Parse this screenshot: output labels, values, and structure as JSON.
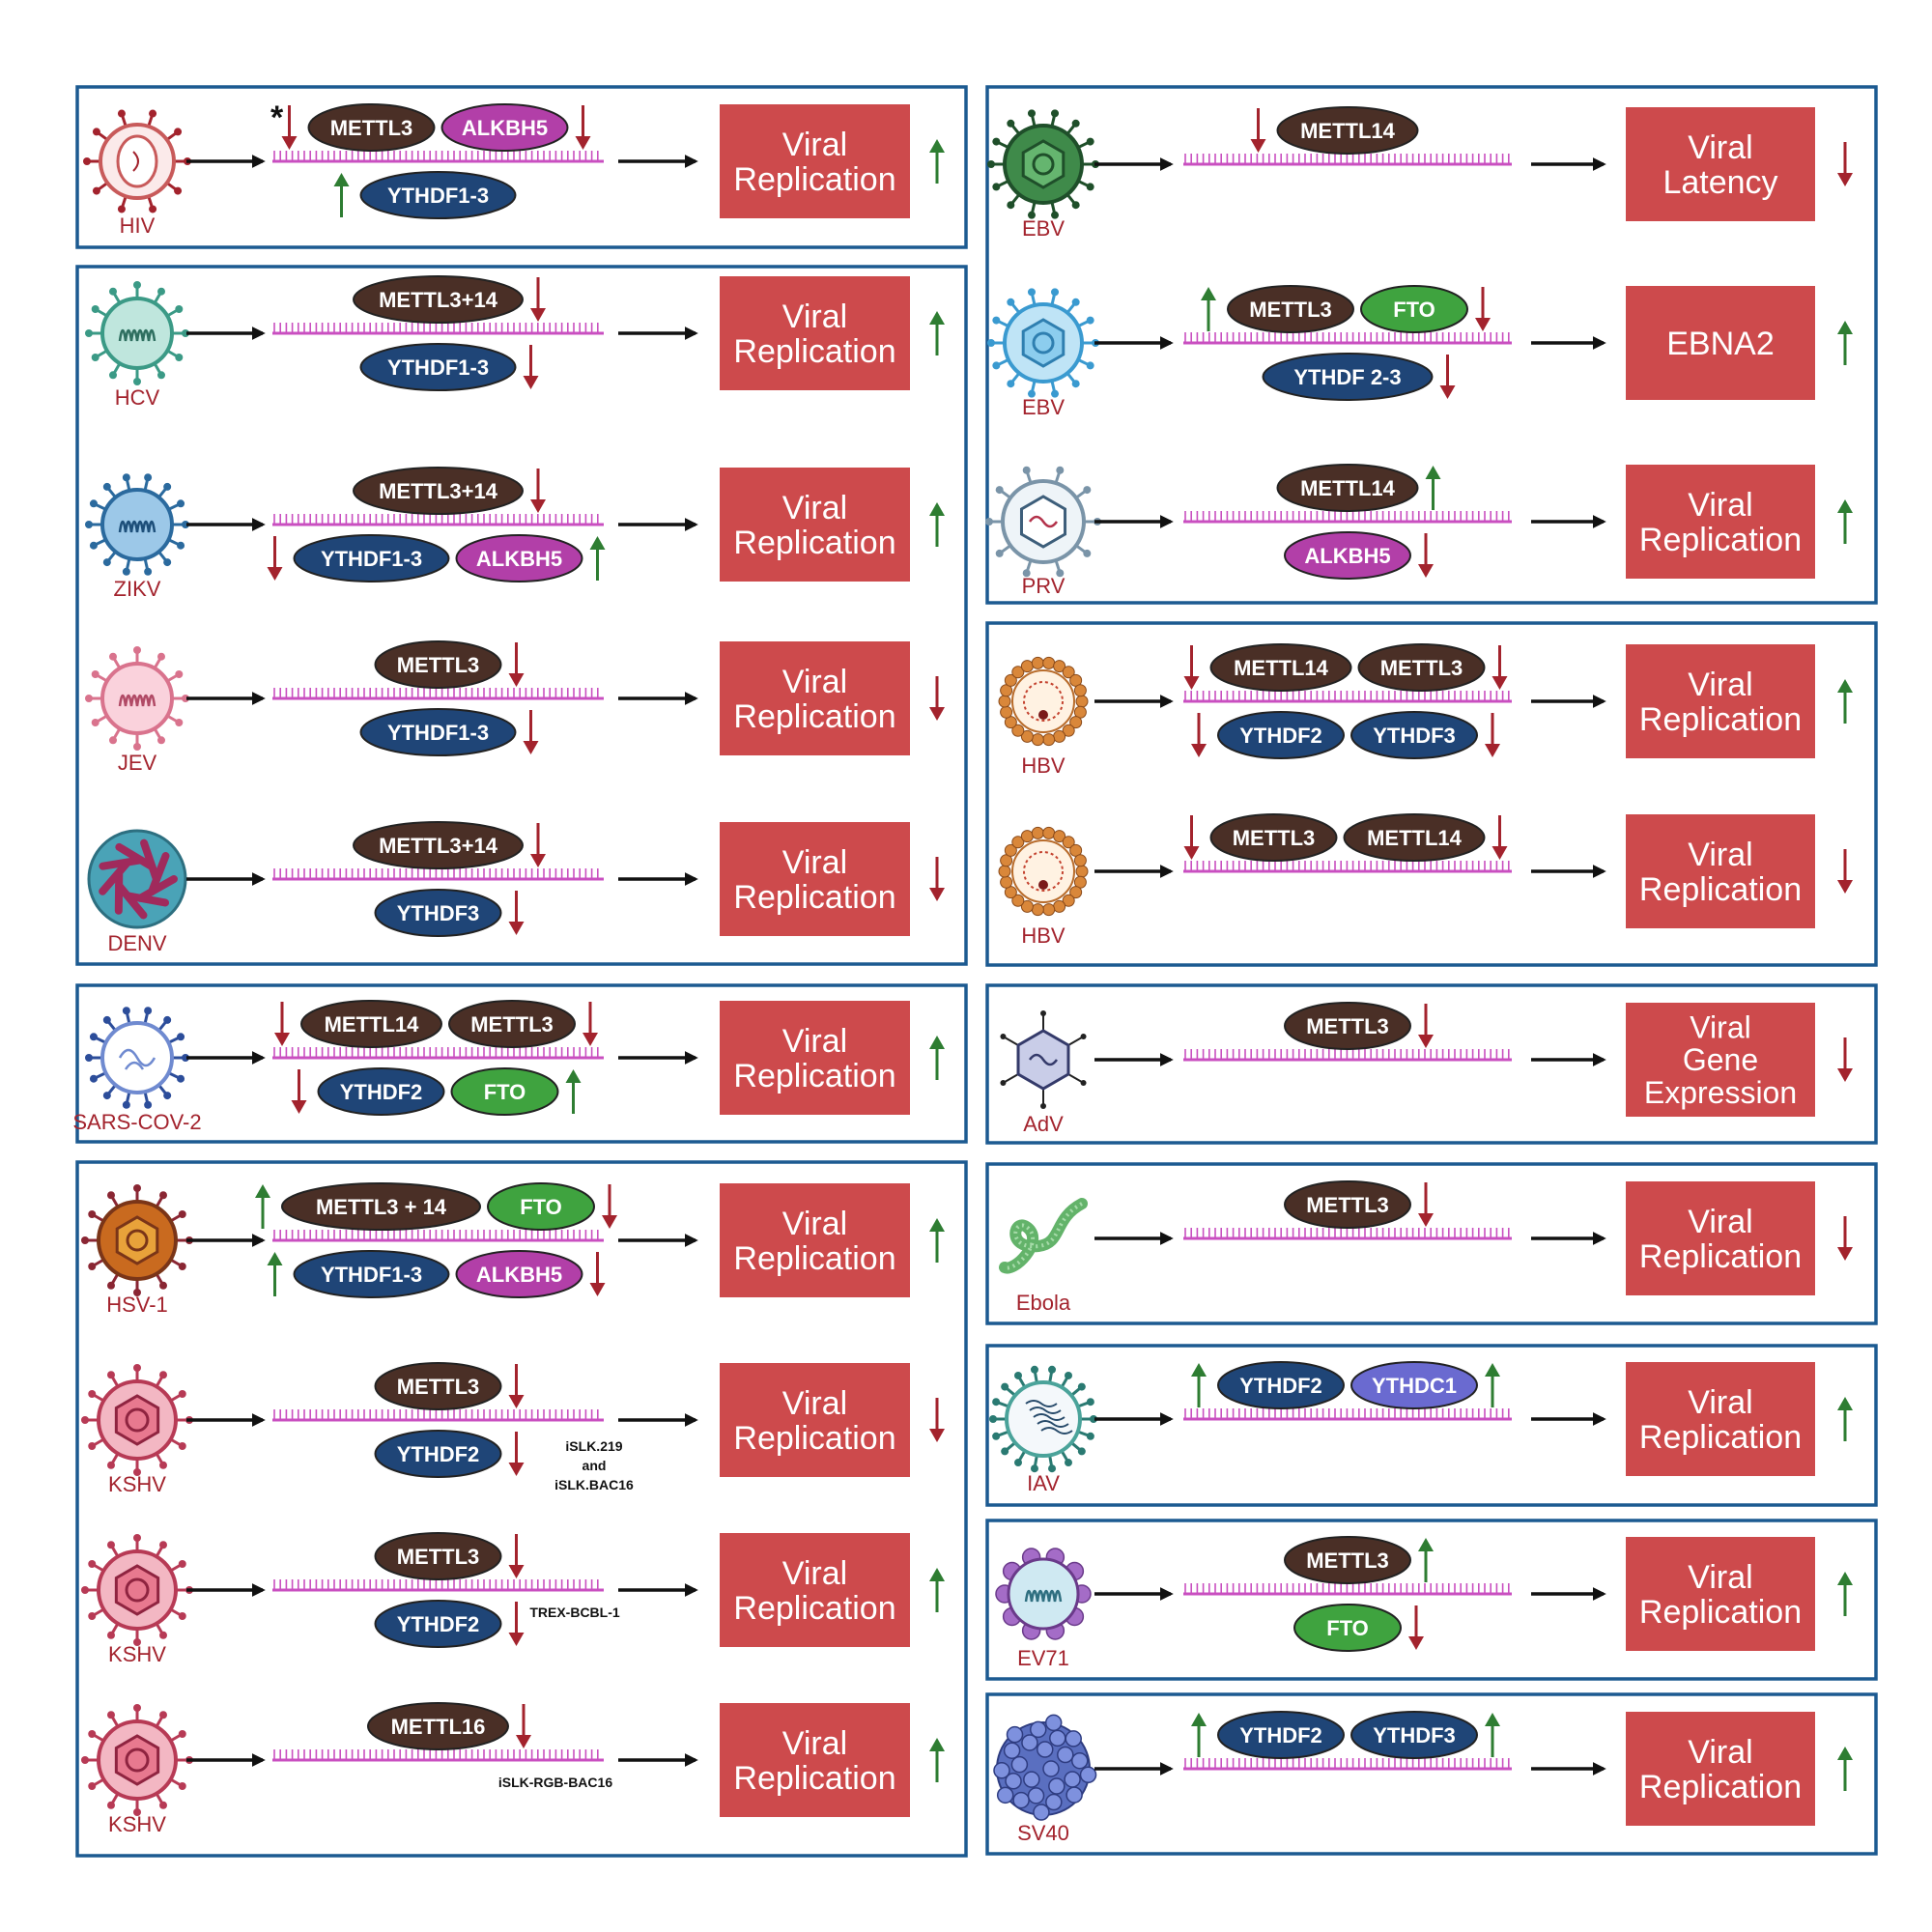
{
  "legend_marks": {
    "asterisk": "*"
  },
  "colors": {
    "panel_border": "#1c5a91",
    "result_box": "#cd4a4c",
    "up_arrow": "#2e7d32",
    "down_arrow": "#a3232d",
    "rna": "#c94fc0",
    "virus_label": "#a3232d",
    "writer": "#4a2f26",
    "eraser_alkbh5": "#b23fa8",
    "eraser_fto": "#3fa33f",
    "reader": "#1f4577",
    "reader_ythdc1": "#6a6ad0"
  },
  "rows": [
    {
      "virus": "HIV",
      "virus_icon": "hiv-virion-icon",
      "above": [
        {
          "label": "METTL3",
          "kind": "writer"
        },
        {
          "label": "ALKBH5",
          "kind": "eraser_alkbh5"
        }
      ],
      "above_marks": [
        "down",
        "down"
      ],
      "below": [
        {
          "label": "YTHDF1-3",
          "kind": "reader"
        }
      ],
      "below_marks": [
        "up",
        null
      ],
      "result": "Viral\nReplication",
      "effect": "up",
      "note": ""
    },
    {
      "virus": "HCV",
      "virus_icon": "hcv-virion-icon",
      "above": [
        {
          "label": "METTL3+14",
          "kind": "writer"
        }
      ],
      "above_marks": [
        null,
        "down"
      ],
      "below": [
        {
          "label": "YTHDF1-3",
          "kind": "reader"
        }
      ],
      "below_marks": [
        null,
        "down"
      ],
      "result": "Viral\nReplication",
      "effect": "up",
      "note": ""
    },
    {
      "virus": "ZIKV",
      "virus_icon": "zikv-virion-icon",
      "above": [
        {
          "label": "METTL3+14",
          "kind": "writer"
        }
      ],
      "above_marks": [
        null,
        "down"
      ],
      "below": [
        {
          "label": "YTHDF1-3",
          "kind": "reader"
        },
        {
          "label": "ALKBH5",
          "kind": "eraser_alkbh5"
        }
      ],
      "below_marks": [
        "down",
        "up"
      ],
      "result": "Viral\nReplication",
      "effect": "up",
      "note": ""
    },
    {
      "virus": "JEV",
      "virus_icon": "jev-virion-icon",
      "above": [
        {
          "label": "METTL3",
          "kind": "writer"
        }
      ],
      "above_marks": [
        null,
        "down"
      ],
      "below": [
        {
          "label": "YTHDF1-3",
          "kind": "reader"
        }
      ],
      "below_marks": [
        null,
        "down"
      ],
      "result": "Viral\nReplication",
      "effect": "down",
      "note": ""
    },
    {
      "virus": "DENV",
      "virus_icon": "denv-virion-icon",
      "above": [
        {
          "label": "METTL3+14",
          "kind": "writer"
        }
      ],
      "above_marks": [
        null,
        "down"
      ],
      "below": [
        {
          "label": "YTHDF3",
          "kind": "reader"
        }
      ],
      "below_marks": [
        null,
        "down"
      ],
      "result": "Viral\nReplication",
      "effect": "down",
      "note": ""
    },
    {
      "virus": "SARS-COV-2",
      "virus_icon": "sars-cov-2-virion-icon",
      "above": [
        {
          "label": "METTL14",
          "kind": "writer"
        },
        {
          "label": "METTL3",
          "kind": "writer"
        }
      ],
      "above_marks": [
        "down",
        "down"
      ],
      "below": [
        {
          "label": "YTHDF2",
          "kind": "reader"
        },
        {
          "label": "FTO",
          "kind": "eraser_fto"
        }
      ],
      "below_marks": [
        "down",
        "up"
      ],
      "result": "Viral\nReplication",
      "effect": "up",
      "note": ""
    },
    {
      "virus": "HSV-1",
      "virus_icon": "hsv-1-virion-icon",
      "above": [
        {
          "label": "METTL3 + 14",
          "kind": "writer"
        },
        {
          "label": "FTO",
          "kind": "eraser_fto"
        }
      ],
      "above_marks": [
        "up",
        "down"
      ],
      "below": [
        {
          "label": "YTHDF1-3",
          "kind": "reader"
        },
        {
          "label": "ALKBH5",
          "kind": "eraser_alkbh5"
        }
      ],
      "below_marks": [
        "up",
        "down"
      ],
      "result": "Viral\nReplication",
      "effect": "up",
      "note": ""
    },
    {
      "virus": "KSHV",
      "virus_icon": "kshv-virion-icon",
      "above": [
        {
          "label": "METTL3",
          "kind": "writer"
        }
      ],
      "above_marks": [
        null,
        "down"
      ],
      "below": [
        {
          "label": "YTHDF2",
          "kind": "reader"
        }
      ],
      "below_marks": [
        null,
        "down"
      ],
      "result": "Viral\nReplication",
      "effect": "down",
      "note": "iSLK.219\nand\niSLK.BAC16"
    },
    {
      "virus": "KSHV",
      "virus_icon": "kshv-virion-icon",
      "above": [
        {
          "label": "METTL3",
          "kind": "writer"
        }
      ],
      "above_marks": [
        null,
        "down"
      ],
      "below": [
        {
          "label": "YTHDF2",
          "kind": "reader"
        }
      ],
      "below_marks": [
        null,
        "down"
      ],
      "result": "Viral\nReplication",
      "effect": "up",
      "note": "TREX-BCBL-1"
    },
    {
      "virus": "KSHV",
      "virus_icon": "kshv-virion-icon",
      "above": [
        {
          "label": "METTL16",
          "kind": "writer"
        }
      ],
      "above_marks": [
        null,
        "down"
      ],
      "below": [],
      "below_marks": [
        null,
        null
      ],
      "result": "Viral\nReplication",
      "effect": "up",
      "note": "iSLK-RGB-BAC16"
    },
    {
      "virus": "EBV",
      "virus_icon": "ebv-virion-icon",
      "above": [
        {
          "label": "METTL14",
          "kind": "writer"
        }
      ],
      "above_marks": [
        "down",
        null
      ],
      "below": [],
      "below_marks": [
        null,
        null
      ],
      "result": "Viral\nLatency",
      "effect": "down",
      "note": ""
    },
    {
      "virus": "EBV",
      "virus_icon": "ebv-virion-icon",
      "above": [
        {
          "label": "METTL3",
          "kind": "writer"
        },
        {
          "label": "FTO",
          "kind": "eraser_fto"
        }
      ],
      "above_marks": [
        "up",
        "down"
      ],
      "below": [
        {
          "label": "YTHDF 2-3",
          "kind": "reader"
        }
      ],
      "below_marks": [
        null,
        "down"
      ],
      "result": "EBNA2",
      "effect": "up",
      "note": ""
    },
    {
      "virus": "PRV",
      "virus_icon": "prv-virion-icon",
      "above": [
        {
          "label": "METTL14",
          "kind": "writer"
        }
      ],
      "above_marks": [
        null,
        "up"
      ],
      "below": [
        {
          "label": "ALKBH5",
          "kind": "eraser_alkbh5"
        }
      ],
      "below_marks": [
        null,
        "down"
      ],
      "result": "Viral\nReplication",
      "effect": "up",
      "note": ""
    },
    {
      "virus": "HBV",
      "virus_icon": "hbv-virion-icon",
      "above": [
        {
          "label": "METTL14",
          "kind": "writer"
        },
        {
          "label": "METTL3",
          "kind": "writer"
        }
      ],
      "above_marks": [
        "down",
        "down"
      ],
      "below": [
        {
          "label": "YTHDF2",
          "kind": "reader"
        },
        {
          "label": "YTHDF3",
          "kind": "reader"
        }
      ],
      "below_marks": [
        "down",
        "down"
      ],
      "result": "Viral\nReplication",
      "effect": "up",
      "note": ""
    },
    {
      "virus": "HBV",
      "virus_icon": "hbv-virion-icon",
      "above": [
        {
          "label": "METTL3",
          "kind": "writer"
        },
        {
          "label": "METTL14",
          "kind": "writer"
        }
      ],
      "above_marks": [
        "down",
        "down"
      ],
      "below": [],
      "below_marks": [
        null,
        null
      ],
      "result": "Viral\nReplication",
      "effect": "down",
      "note": ""
    },
    {
      "virus": "AdV",
      "virus_icon": "adv-virion-icon",
      "above": [
        {
          "label": "METTL3",
          "kind": "writer"
        }
      ],
      "above_marks": [
        null,
        "down"
      ],
      "below": [],
      "below_marks": [
        null,
        null
      ],
      "result": "Viral\nGene\nExpression",
      "effect": "down",
      "note": ""
    },
    {
      "virus": "Ebola",
      "virus_icon": "ebola-virion-icon",
      "above": [
        {
          "label": "METTL3",
          "kind": "writer"
        }
      ],
      "above_marks": [
        null,
        "down"
      ],
      "below": [],
      "below_marks": [
        null,
        null
      ],
      "result": "Viral\nReplication",
      "effect": "down",
      "note": ""
    },
    {
      "virus": "IAV",
      "virus_icon": "iav-virion-icon",
      "above": [
        {
          "label": "YTHDF2",
          "kind": "reader"
        },
        {
          "label": "YTHDC1",
          "kind": "reader_ythdc1"
        }
      ],
      "above_marks": [
        "up",
        "up"
      ],
      "below": [],
      "below_marks": [
        null,
        null
      ],
      "result": "Viral\nReplication",
      "effect": "up",
      "note": ""
    },
    {
      "virus": "EV71",
      "virus_icon": "ev71-virion-icon",
      "above": [
        {
          "label": "METTL3",
          "kind": "writer"
        }
      ],
      "above_marks": [
        null,
        "up"
      ],
      "below": [
        {
          "label": "FTO",
          "kind": "eraser_fto"
        }
      ],
      "below_marks": [
        null,
        "down"
      ],
      "result": "Viral\nReplication",
      "effect": "up",
      "note": ""
    },
    {
      "virus": "SV40",
      "virus_icon": "sv40-virion-icon",
      "above": [
        {
          "label": "YTHDF2",
          "kind": "reader"
        },
        {
          "label": "YTHDF3",
          "kind": "reader"
        }
      ],
      "above_marks": [
        "up",
        "up"
      ],
      "below": [],
      "below_marks": [
        null,
        null
      ],
      "result": "Viral\nReplication",
      "effect": "up",
      "note": ""
    }
  ]
}
